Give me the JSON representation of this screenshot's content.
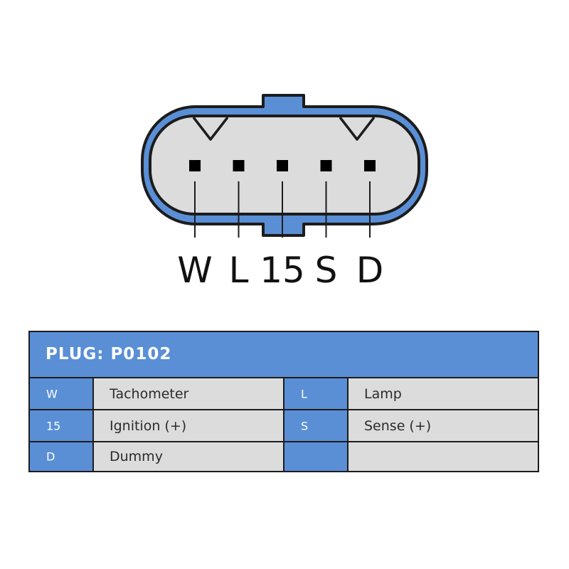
{
  "connector": {
    "pins": [
      "W",
      "L",
      "15",
      "S",
      "D"
    ],
    "colors": {
      "housing": "#5a8fd6",
      "face": "#dcdcdc",
      "outline": "#1c1c1c",
      "pin": "#000000"
    }
  },
  "table": {
    "title": "PLUG: P0102",
    "rows": [
      [
        {
          "code": "W",
          "label": "Tachometer"
        },
        {
          "code": "L",
          "label": "Lamp"
        }
      ],
      [
        {
          "code": "15",
          "label": "Ignition (+)"
        },
        {
          "code": "S",
          "label": "Sense (+)"
        }
      ],
      [
        {
          "code": "D",
          "label": "Dummy"
        },
        {
          "code": "",
          "label": ""
        }
      ]
    ]
  }
}
